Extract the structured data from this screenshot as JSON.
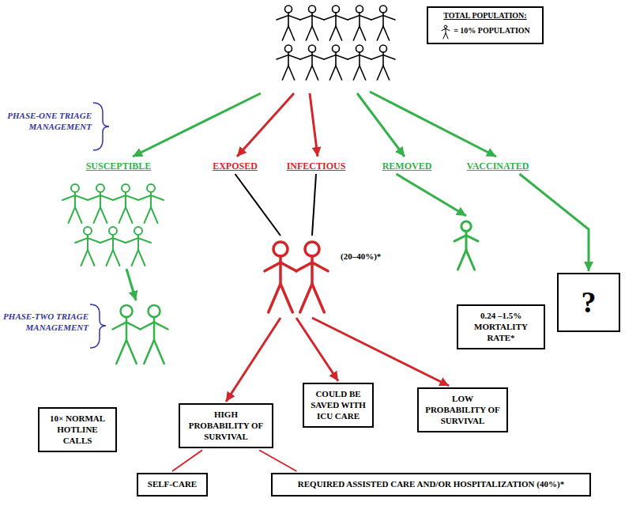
{
  "diagram": {
    "nodes": [
      {
        "text": [
          "TOTAL POPULATION:",
          "= 10% POPULATION"
        ]
      },
      {
        "text": [
          "SUSCEPTIBLE"
        ]
      },
      {
        "text": [
          "EXPOSED"
        ]
      },
      {
        "text": [
          "INFECTIOUS"
        ]
      },
      {
        "text": [
          "REMOVED"
        ]
      },
      {
        "text": [
          "VACCINATED"
        ]
      },
      {
        "text": [
          "(20–40%)*"
        ]
      },
      {
        "text": [
          "0.24 –1.5% MORTALITY RATE*"
        ]
      },
      {
        "text": [
          "?"
        ]
      },
      {
        "text": [
          "10× NORMAL HOTLINE CALLS"
        ]
      },
      {
        "text": [
          "HIGH PROBABILITY OF SURVIVAL"
        ]
      },
      {
        "text": [
          "COULD BE SAVED WITH ICU CARE"
        ]
      },
      {
        "text": [
          "LOW PROBABILITY OF SURVIVAL"
        ]
      },
      {
        "text": [
          "SELF-CARE"
        ]
      },
      {
        "text": [
          "REQUIRED ASSISTED CARE AND/OR HOSPITALIZATION (40%)*"
        ]
      }
    ],
    "edges": [
      {
        "from": 2,
        "to": 6,
        "arrow": "none"
      },
      {
        "from": 3,
        "to": 6,
        "arrow": "none"
      },
      {
        "from": 4,
        "to": 7,
        "arrow": "to"
      },
      {
        "from": 5,
        "to": 8,
        "arrow": "to"
      },
      {
        "from": 6,
        "to": 10,
        "arrow": "to"
      },
      {
        "from": 6,
        "to": 11,
        "arrow": "to"
      },
      {
        "from": 6,
        "to": 12,
        "arrow": "to"
      },
      {
        "from": 10,
        "to": 13,
        "arrow": "none"
      },
      {
        "from": 10,
        "to": 14,
        "arrow": "none"
      }
    ],
    "labels": [
      "PHASE-ONE TRIAGE MANAGEMENT",
      "PHASE-TWO TRIAGE MANAGEMENT"
    ]
  }
}
